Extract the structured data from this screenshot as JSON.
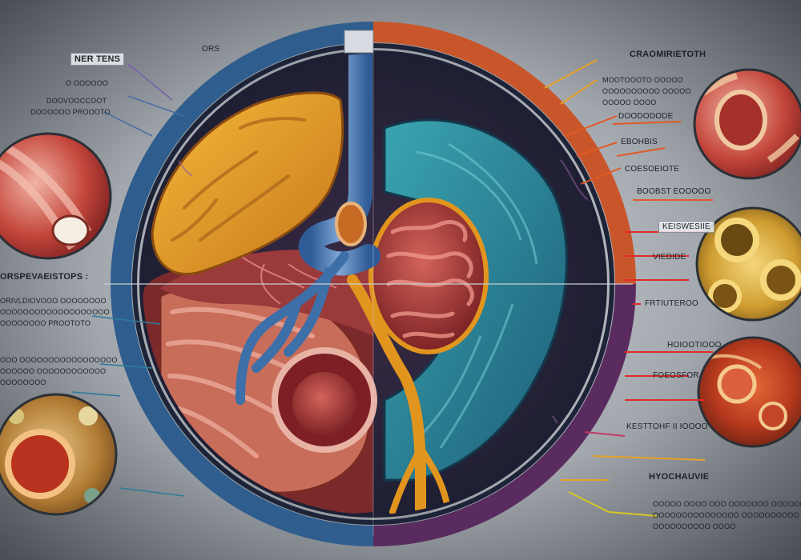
{
  "colors": {
    "background_center": "#c9ccd0",
    "background_edge": "#4a4f56",
    "ring_blue": "#2f5e8e",
    "ring_orange": "#c9562a",
    "ring_purple": "#5a2b5e",
    "liver_yellow": "#e4a225",
    "kidney_teal": "#2c8f9a",
    "vessel_blue": "#3d6fa8",
    "duct_orange": "#e2951e",
    "tissue_red": "#a83a34"
  },
  "labels": {
    "left": [
      {
        "id": "nerves",
        "text": "NER TENS"
      },
      {
        "id": "top_small",
        "text": "ORS"
      },
      {
        "id": "l_group1_a",
        "text": "O OOOOOO"
      },
      {
        "id": "l_group1_b",
        "text": "DOOVOOCCOOT"
      },
      {
        "id": "l_group1_c",
        "text": "DOOOOOO PROOOTO"
      },
      {
        "id": "l_section",
        "text": "ORSPEVAEISTOPS :"
      },
      {
        "id": "l_group2_a",
        "text": "ORIVLDIOVOOO OOOOOOOO"
      },
      {
        "id": "l_group2_b",
        "text": "OOOOOOOOOOOOOOOOOOO"
      },
      {
        "id": "l_group2_c",
        "text": "OOOOOOOO PROOTOTO"
      },
      {
        "id": "l_group3_a",
        "text": "OOO OOOOOOOOOOOOOOOOO"
      },
      {
        "id": "l_group3_b",
        "text": "OOOOOO OOOOOOOOOOOO"
      },
      {
        "id": "l_group3_c",
        "text": "OOOOOOOO"
      }
    ],
    "right": [
      {
        "id": "r_title",
        "text": "CRAOMIRIETOTH"
      },
      {
        "id": "r_group1_a",
        "text": "MOOTOOOTO OOOOO"
      },
      {
        "id": "r_group1_b",
        "text": "OOOOOOOOOO OOOOO"
      },
      {
        "id": "r_group1_c",
        "text": "OOOOO OOOO"
      },
      {
        "id": "r_doodode",
        "text": "DOODODODE"
      },
      {
        "id": "r_ebohbis",
        "text": "EBOHBIS"
      },
      {
        "id": "r_coesoeiot",
        "text": "COESOEIOTE"
      },
      {
        "id": "r_boobst",
        "text": "BOOBST EOOOOO"
      },
      {
        "id": "r_keiswesiie",
        "text": "KEISWESIIE"
      },
      {
        "id": "r_viedide",
        "text": "VIEDIDE"
      },
      {
        "id": "r_frtiuter",
        "text": "FRTIUTEROO"
      },
      {
        "id": "r_hoiootio",
        "text": "HOIOOTIOOO"
      },
      {
        "id": "r_foeosfor",
        "text": "FOEOSFOR"
      },
      {
        "id": "r_kesttohf",
        "text": "KESTTOHF II IOOOO"
      },
      {
        "id": "r_hochauvie",
        "text": "HYOCHAUVIE"
      },
      {
        "id": "r_bottom_a",
        "text": "OOOOO OOOO OOO OOOOOOO OOOOOOO"
      },
      {
        "id": "r_bottom_b",
        "text": "OOOOOOOOOOOOOOO OOOOOOOOOO OOOO"
      },
      {
        "id": "r_bottom_c",
        "text": "OOOOOOOOOO OOOO"
      }
    ]
  }
}
